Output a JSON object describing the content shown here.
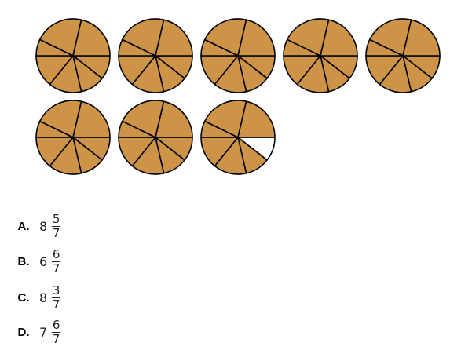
{
  "pie_figure": {
    "slices_per_pie": 7,
    "pies": [
      {
        "shaded_slices": 7
      },
      {
        "shaded_slices": 7
      },
      {
        "shaded_slices": 7
      },
      {
        "shaded_slices": 7
      },
      {
        "shaded_slices": 7
      },
      {
        "shaded_slices": 7
      },
      {
        "shaded_slices": 7
      },
      {
        "shaded_slices": 6
      }
    ],
    "colors": {
      "shaded": "#cd9447",
      "unshaded": "#ffffff",
      "stroke": "#000000"
    }
  },
  "options": [
    {
      "letter": "A.",
      "whole": "8",
      "numerator": "5",
      "denominator": "7"
    },
    {
      "letter": "B.",
      "whole": "6",
      "numerator": "6",
      "denominator": "7"
    },
    {
      "letter": "C.",
      "whole": "8",
      "numerator": "3",
      "denominator": "7"
    },
    {
      "letter": "D.",
      "whole": "7",
      "numerator": "6",
      "denominator": "7"
    }
  ]
}
